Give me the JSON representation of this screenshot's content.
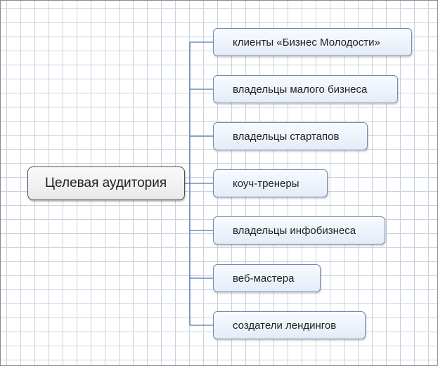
{
  "diagram": {
    "central_topic": "Целевая аудитория",
    "subtopics": [
      "клиенты «Бизнес Молодости»",
      "владельцы малого бизнеса",
      "владельцы стартапов",
      "коуч-тренеры",
      "владельцы инфобизнеса",
      "веб-мастера",
      "создатели лендингов"
    ]
  },
  "colors": {
    "connector": "#4f79ad",
    "grid": "#c9d2de",
    "topic_border": "#6f8bb0"
  }
}
